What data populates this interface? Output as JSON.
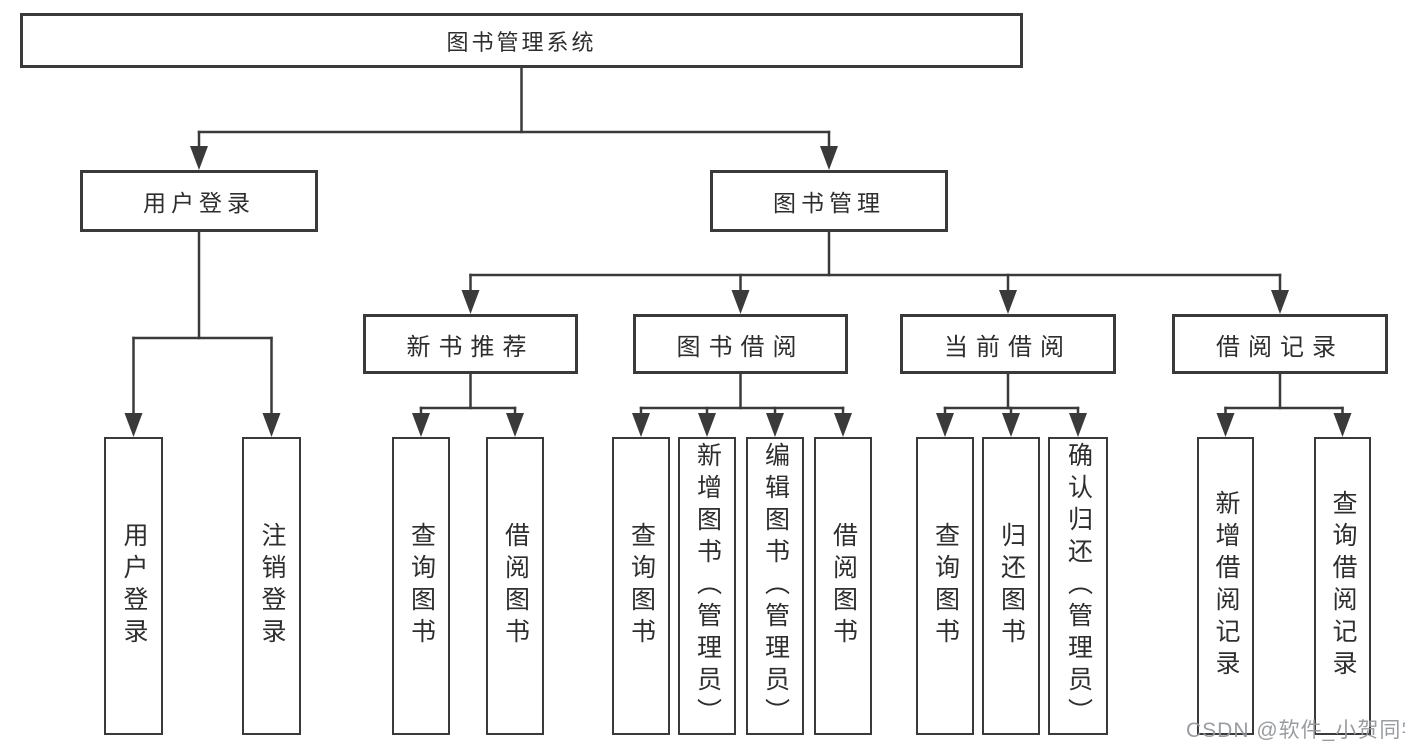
{
  "diagram": {
    "root": {
      "label": "图书管理系统"
    },
    "branches": [
      {
        "label": "用户登录",
        "children": [
          {
            "label": "用户登录"
          },
          {
            "label": "注销登录"
          }
        ]
      },
      {
        "label": "图书管理",
        "children": [
          {
            "label": "新书推荐",
            "children": [
              {
                "label": "查询图书"
              },
              {
                "label": "借阅图书"
              }
            ]
          },
          {
            "label": "图书借阅",
            "children": [
              {
                "label": "查询图书"
              },
              {
                "label": "新增图书（管理员）"
              },
              {
                "label": "编辑图书（管理员）"
              },
              {
                "label": "借阅图书"
              }
            ]
          },
          {
            "label": "当前借阅",
            "children": [
              {
                "label": "查询图书"
              },
              {
                "label": "归还图书"
              },
              {
                "label": "确认归还（管理员）"
              }
            ]
          },
          {
            "label": "借阅记录",
            "children": [
              {
                "label": "新增借阅记录"
              },
              {
                "label": "查询借阅记录"
              }
            ]
          }
        ]
      }
    ]
  },
  "watermark": {
    "text": "CSDN @软件_小贺同学"
  },
  "colors": {
    "line": "#3a3a3a",
    "text": "#2e2e2e",
    "background": "#ffffff",
    "watermark": "#94989c"
  }
}
